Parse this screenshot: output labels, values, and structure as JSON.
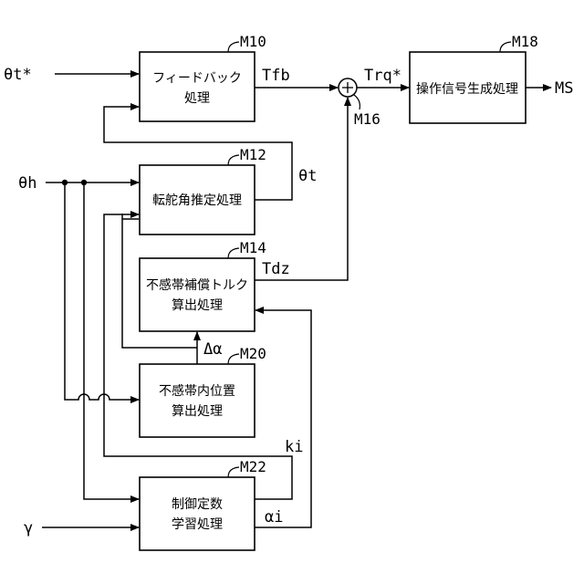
{
  "blocks": {
    "m10": {
      "ref": "M10",
      "line1": "フィードバック",
      "line2": "処理"
    },
    "m12": {
      "ref": "M12",
      "line1": "転舵角推定処理"
    },
    "m14": {
      "ref": "M14",
      "line1": "不感帯補償トルク",
      "line2": "算出処理"
    },
    "m20": {
      "ref": "M20",
      "line1": "不感帯内位置",
      "line2": "算出処理"
    },
    "m22": {
      "ref": "M22",
      "line1": "制御定数",
      "line2": "学習処理"
    },
    "m18": {
      "ref": "M18",
      "line1": "操作信号生成処理"
    },
    "m16": {
      "ref": "M16"
    }
  },
  "signals": {
    "theta_t_star": "θt*",
    "theta_h": "θh",
    "gamma": "γ",
    "tfb": "Tfb",
    "theta_t": "θt",
    "tdz": "Tdz",
    "trq_star": "Trq*",
    "ms": "MS",
    "delta_alpha": "Δα",
    "ki": "ki",
    "alpha_i": "αi"
  },
  "adder_symbol": "+"
}
